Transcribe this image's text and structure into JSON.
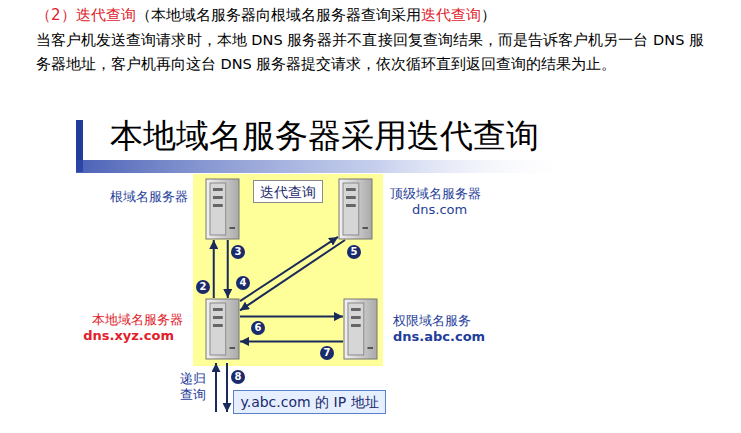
{
  "diagram": {
    "title": "本地域名服务器采用迭代查询",
    "nodes": [
      {
        "text": [
          "根域名服务器"
        ]
      },
      {
        "text": [
          "迭代查询"
        ]
      },
      {
        "text": [
          "顶级域名服务器",
          "dns.com"
        ]
      },
      {
        "text": [
          "本地域名服务器",
          "dns.xyz.com"
        ]
      },
      {
        "text": [
          "权限域名服务",
          "dns.abc.com"
        ]
      },
      {
        "text": [
          "y.abc.com 的 IP 地址"
        ]
      }
    ],
    "edges": [
      {
        "from": 3,
        "to": 0,
        "arrow": "to",
        "label": "2"
      },
      {
        "from": 0,
        "to": 3,
        "arrow": "to",
        "label": "3"
      },
      {
        "from": 3,
        "to": 2,
        "arrow": "to",
        "label": "4"
      },
      {
        "from": 2,
        "to": 3,
        "arrow": "to",
        "label": "5"
      },
      {
        "from": 3,
        "to": 4,
        "arrow": "to",
        "label": "6"
      },
      {
        "from": 4,
        "to": 3,
        "arrow": "to",
        "label": "7"
      }
    ],
    "labels": [
      "（2）迭代查询",
      "（本地域名服务器向根域名服务器查询采用",
      "迭代查询",
      "）",
      "当客户机发送查询请求时，本地 DNS 服务器并不直接回复查询结果，而是告诉客户机另一台 DNS 服务器地址，客户机再向这台 DNS 服务器提交请求，依次循环直到返回查询的结果为止。",
      "8",
      "递归 查询"
    ]
  }
}
